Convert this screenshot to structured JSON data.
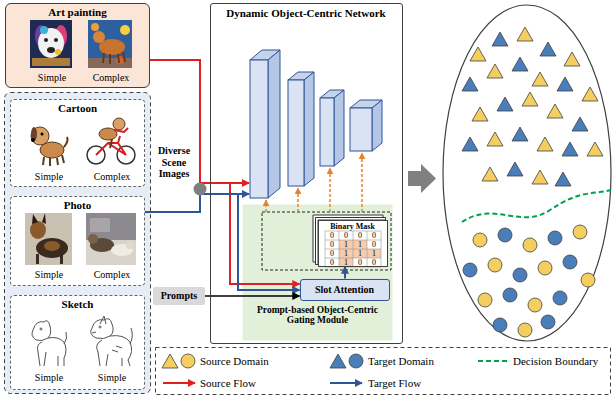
{
  "diagram": {
    "nodes": [
      {
        "text": [
          "Art painting",
          "Simple",
          "Complex"
        ]
      },
      {
        "text": [
          "Cartoon",
          "Simple",
          "Complex"
        ]
      },
      {
        "text": [
          "Photo",
          "Simple",
          "Complex"
        ]
      },
      {
        "text": [
          "Sketch",
          "Simple",
          "Simple"
        ]
      },
      {
        "text": [
          "Dynamic Object-Centric Network"
        ]
      },
      {
        "text": [
          "Prompt-based Object-Centric Gating Module"
        ],
        "in": 4
      },
      {
        "text": [
          "Binary Mask"
        ],
        "in": 5
      },
      {
        "text": [
          "Slot Attention"
        ],
        "in": 5
      },
      {
        "text": [
          "Prompts"
        ]
      }
    ],
    "edges": [
      {
        "from": 0,
        "to": 7,
        "arrow": "to"
      },
      {
        "from": 2,
        "to": 7,
        "arrow": "to"
      },
      {
        "from": 8,
        "to": 7,
        "arrow": "to"
      },
      {
        "from": 7,
        "to": 6,
        "arrow": "to"
      }
    ],
    "labels": [
      "Diverse Scene Images",
      "0",
      "0",
      "0",
      "0",
      "0",
      "1",
      "1",
      "0",
      "0",
      "1",
      "1",
      "1",
      "0",
      "1",
      "0",
      "0"
    ],
    "legend": [
      {
        "text": "Source Domain"
      },
      {
        "text": "Target Domain"
      },
      {
        "text": "Decision Boundary"
      },
      {
        "text": "Source Flow"
      },
      {
        "text": "Target Flow"
      }
    ]
  }
}
